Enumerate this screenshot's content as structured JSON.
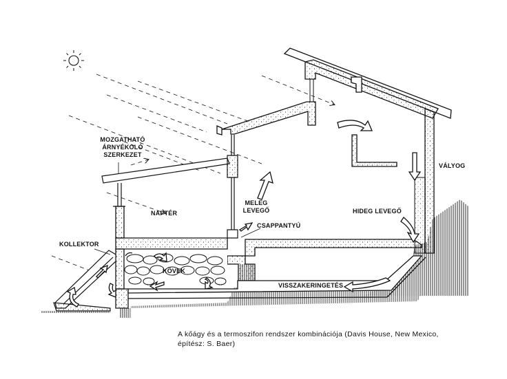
{
  "labels": {
    "mozgathato": [
      "MOZGATHATÓ",
      "ÁRNYÉKOLÓ",
      "SZERKEZET"
    ],
    "napter": "NAPTÉR",
    "meleg": [
      "MELEG",
      "LEVEGŐ"
    ],
    "csappantyu": "CSAPPANTYÚ",
    "hideg": "HIDEG LEVEGŐ",
    "valyog": "VÁLYOG",
    "kollektor": "KOLLEKTOR",
    "kovek": "KÖVEK",
    "visszakeringetes": "VISSZAKERINGETÉS"
  },
  "caption": {
    "line1": "A kőágy és a termoszifon rendszer kombinációja (Davis House, New Mexico,",
    "line2": "építész: S. Baer)"
  },
  "icons": {
    "sun": "sun-icon",
    "airflow": "airflow-arrow-icon"
  },
  "colors": {
    "ink": "#111111",
    "paper": "#ffffff"
  }
}
